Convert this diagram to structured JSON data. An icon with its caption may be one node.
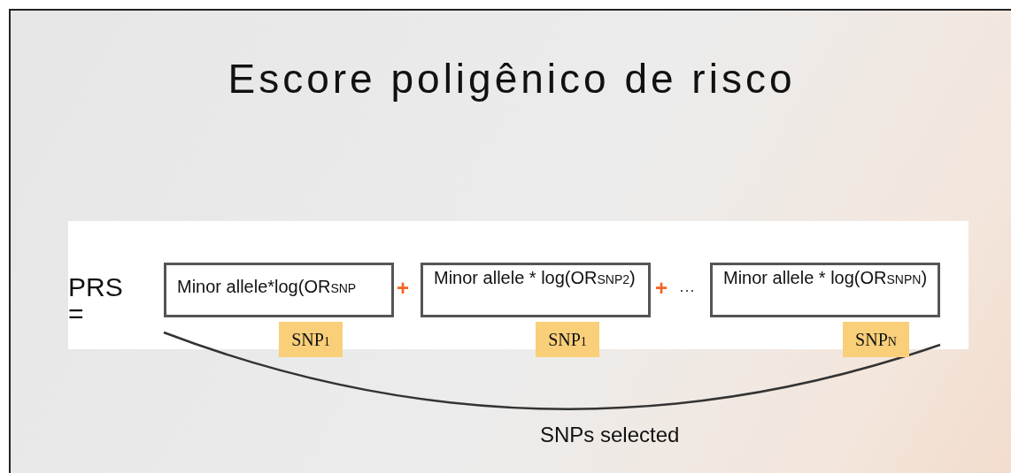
{
  "diagram": {
    "title": "Escore poligênico de risco",
    "nodes": [
      {
        "text": [
          "Minor allele*log(OR$_{SNP}$"
        ]
      },
      {
        "text": [
          "Minor allele * log(OR$_{SNP2}$)"
        ]
      },
      {
        "text": [
          "Minor allele * log(OR$_{SNPN}$)"
        ]
      },
      {
        "text": [
          "SNP$_{1}$"
        ]
      },
      {
        "text": [
          "SNP$_{1}$"
        ]
      },
      {
        "text": [
          "SNP$_{N}$"
        ]
      }
    ],
    "edges": [],
    "labels": [
      "PRS =",
      "+",
      "+",
      "···",
      "SNPs selected"
    ]
  }
}
